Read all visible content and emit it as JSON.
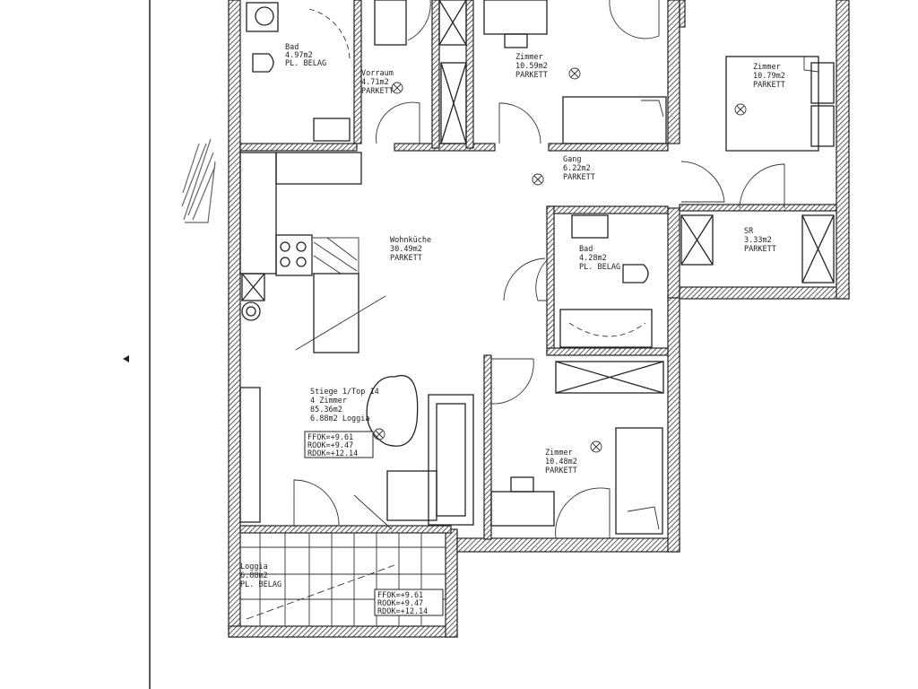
{
  "plan": {
    "unit_info": {
      "stair_top": "Stiege 1/Top 14",
      "rooms_count": "4 Zimmer",
      "area": "85.36m2",
      "loggia_area": "6.88m2 Loggia"
    },
    "levels": [
      "FFOK=+9.61",
      "ROOK=+9.47",
      "RDOK=+12.14"
    ],
    "loggia_levels": [
      "FFOK=+9.61",
      "ROOK=+9.47",
      "RDOK=+12.14"
    ],
    "rooms": [
      {
        "name": "Bad",
        "area": "4.97m2",
        "floor": "PL. BELAG"
      },
      {
        "name": "Vorraum",
        "area": "4.71m2",
        "floor": "PARKETT"
      },
      {
        "name": "Zimmer",
        "area": "10.59m2",
        "floor": "PARKETT"
      },
      {
        "name": "Zimmer",
        "area": "10.79m2",
        "floor": "PARKETT"
      },
      {
        "name": "Gang",
        "area": "6.22m2",
        "floor": "PARKETT"
      },
      {
        "name": "Wohnküche",
        "area": "30.49m2",
        "floor": "PARKETT"
      },
      {
        "name": "Bad",
        "area": "4.28m2",
        "floor": "PL. BELAG"
      },
      {
        "name": "SR",
        "area": "3.33m2",
        "floor": "PARKETT"
      },
      {
        "name": "Zimmer",
        "area": "10.48m2",
        "floor": "PARKETT"
      },
      {
        "name": "Loggia",
        "area": "6.88m2",
        "floor": "PL. BELAG"
      }
    ]
  }
}
